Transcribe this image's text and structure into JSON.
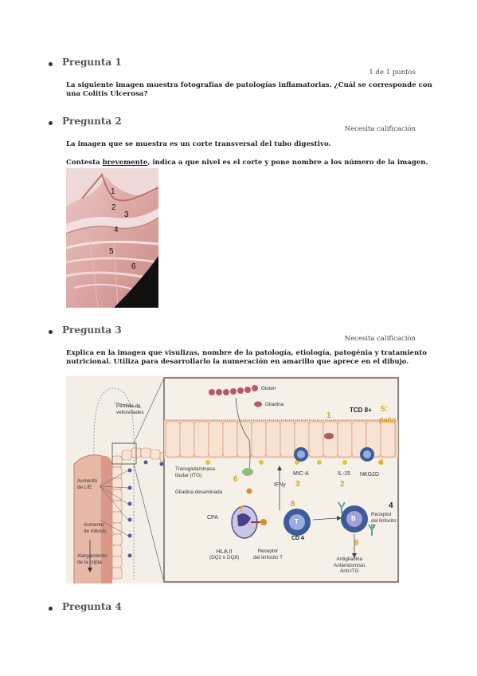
{
  "q1": {
    "title": "Pregunta 1",
    "score": "1 de 1 puntos",
    "text_line1": "La siguiente imagen muestra fotografías de patologías inflamatorias. ¿Cuál se corresponde con",
    "text_line2": "una Colitis Ulcerosa?"
  },
  "q2": {
    "title": "Pregunta 2",
    "status": "Necesita calificación",
    "text1": "La imagen que se muestra es un corte transversal del tubo digestivo.",
    "text2_pre": "Contesta ",
    "text2_underline": "brevemente",
    "text2_post": ", indica a que nivel es el corte y pone nombre a los número de la imagen.",
    "image_labels": [
      "1",
      "2",
      "3",
      "4",
      "5",
      "6"
    ]
  },
  "q3": {
    "title": "Pregunta 3",
    "status": "Necesita calificación",
    "text_line1": "Explica en la imagen que visulizas, nombre de la patología, etiología, patogénia y tratamiento",
    "text_line2": "nutricional. Utiliza para desarrollarlo la numeración en amarillo que aprece en el dibujo.",
    "diagram": {
      "left_labels": {
        "perdida": [
          "Pérdida de",
          "vellosidades"
        ],
        "lie": [
          "Aumento",
          "de LIE"
        ],
        "mitosis": [
          "Aumento",
          "de mitosis"
        ],
        "cripta": [
          "Alargamiento",
          "de la cripta"
        ]
      },
      "gluten": "Gluten",
      "gliadina": "Gliadina",
      "ttg": [
        "Transglutaminasa",
        "tisular (tTG)"
      ],
      "gliadina_desaminada": "Gliadina desaminada",
      "ifn": "IFNγ",
      "mica": "MIC-A",
      "il15": "IL-15",
      "nkg2d": "NKG2D",
      "tcd8": "TCD 8+",
      "dano": "daño",
      "cpa": "CPA",
      "hla": [
        "HLA II",
        "(DQ2 o DQ8)"
      ],
      "receptor_t": [
        "Receptor",
        "del linfocito T"
      ],
      "cd4": "CD 4",
      "receptor_b": [
        "Receptor",
        "del linfocito B"
      ],
      "antibodies": [
        "Antigliadina",
        "Antiendomisio",
        "Anti-tTG"
      ],
      "cell_t": "T",
      "cell_b": "B",
      "yellow_numbers": [
        "1",
        "2",
        "3",
        "4",
        "5:",
        "6",
        "7",
        "8",
        "9"
      ],
      "black_number_4": "4"
    }
  },
  "q4": {
    "title": "Pregunta 4"
  }
}
